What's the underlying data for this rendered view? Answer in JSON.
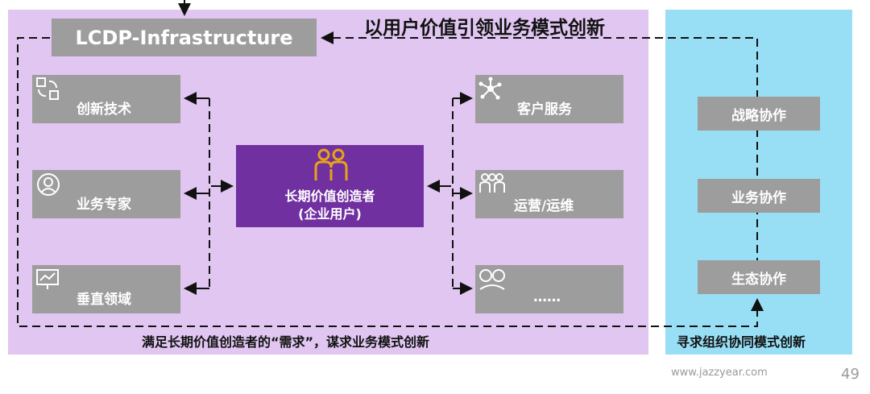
{
  "title": "以用户价值引领业务模式创新",
  "header_box": "LCDP-Infrastructure",
  "center": {
    "line1": "长期价值创造者",
    "line2": "(企业用户)"
  },
  "left_boxes": [
    {
      "label": "创新技术",
      "icon": "cycle-arrows-icon"
    },
    {
      "label": "业务专家",
      "icon": "expert-head-icon"
    },
    {
      "label": "垂直领域",
      "icon": "monitor-chart-icon"
    }
  ],
  "right_boxes": [
    {
      "label": "客户服务",
      "icon": "network-nodes-icon"
    },
    {
      "label": "运营/运维",
      "icon": "team-icon"
    },
    {
      "label": "……",
      "icon": "people-faces-icon"
    }
  ],
  "collab_boxes": [
    "战略协作",
    "业务协作",
    "生态协作"
  ],
  "bottom_caption": "满足长期价值创造者的“需求”，谋求业务模式创新",
  "right_caption": "寻求组织协同模式创新",
  "footer": {
    "url": "www.jazzyear.com",
    "page": "49"
  },
  "colors": {
    "purple_panel": "#e0c6f0",
    "blue_panel": "#98dff6",
    "center_box": "#7030a0",
    "grey_box": "#9d9d9d",
    "icon_gold": "#e8a317"
  }
}
